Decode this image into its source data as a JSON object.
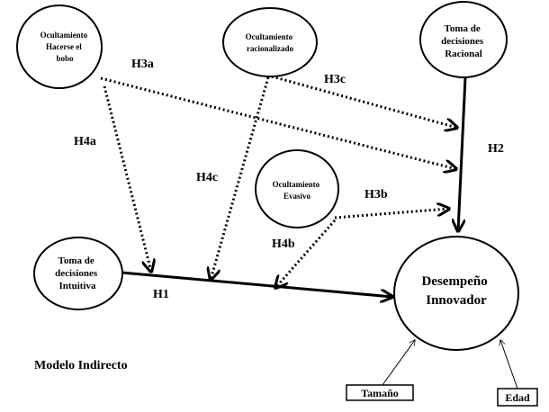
{
  "nodes": {
    "hacerse_bobo": {
      "lines": [
        "Ocultamiento",
        "Hacerse el",
        "bobo"
      ]
    },
    "racionalizado": {
      "lines": [
        "Ocultamiento",
        "racionalizado"
      ]
    },
    "racional": {
      "lines": [
        "Toma de",
        "decisiones",
        "Racional"
      ]
    },
    "evasivo": {
      "lines": [
        "Ocultamiento",
        "Evasivo"
      ]
    },
    "intuitiva": {
      "lines": [
        "Toma de",
        "decisiones",
        "Intuitiva"
      ]
    },
    "desempeno": {
      "lines": [
        "Desempeño",
        "Innovador"
      ]
    }
  },
  "hypotheses": {
    "h1": "H1",
    "h2": "H2",
    "h3a": "H3a",
    "h3b": "H3b",
    "h3c": "H3c",
    "h4a": "H4a",
    "h4b": "H4b",
    "h4c": "H4c"
  },
  "controls": {
    "tamano": "Tamaño",
    "edad": "Edad"
  },
  "model_label": "Modelo Indirecto"
}
